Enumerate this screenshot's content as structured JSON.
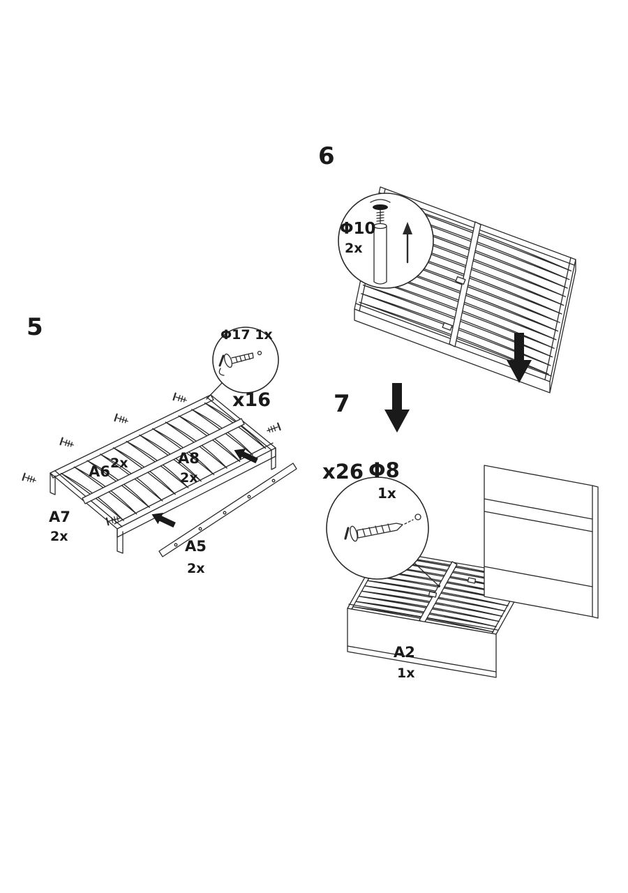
{
  "doc": {
    "type": "furniture-assembly-instructions"
  },
  "colors": {
    "ink": "#1a1a1a",
    "line": "#2a2a2a",
    "paper": "#ffffff"
  },
  "step5": {
    "number": "5",
    "callout_part": "Φ17 1x",
    "callout_count": "x16",
    "parts": [
      {
        "id": "A6",
        "qty": "2x"
      },
      {
        "id": "A8",
        "qty": "2x"
      },
      {
        "id": "A7",
        "qty": "2x"
      },
      {
        "id": "A5",
        "qty": "2x"
      }
    ]
  },
  "step6": {
    "number": "6",
    "callout_part": "Φ10",
    "callout_qty": "2x"
  },
  "step7": {
    "number": "7",
    "callout_count": "x26",
    "callout_part": "Φ8",
    "callout_qty": "1x",
    "parts": [
      {
        "id": "A2",
        "qty": "1x"
      }
    ]
  }
}
